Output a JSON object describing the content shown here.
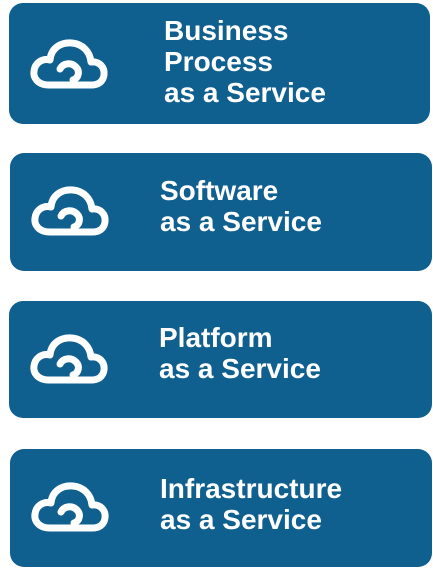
{
  "background_color": "#ffffff",
  "card_color": "#0f5f8f",
  "text_color": "#ffffff",
  "cards": [
    {
      "icon": "cloud-icon",
      "lines": [
        "Business",
        "Process",
        "as a Service"
      ]
    },
    {
      "icon": "cloud-icon",
      "lines": [
        "Software",
        "as a Service"
      ]
    },
    {
      "icon": "cloud-icon",
      "lines": [
        "Platform",
        "as a Service"
      ]
    },
    {
      "icon": "cloud-icon",
      "lines": [
        "Infrastructure",
        "as a Service"
      ]
    }
  ]
}
